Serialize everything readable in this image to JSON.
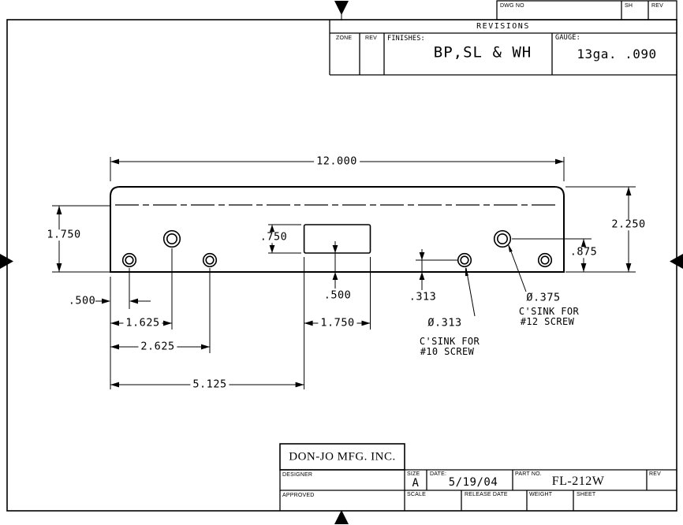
{
  "corner_block": {
    "dwg_no_label": "DWG NO",
    "sh_label": "SH",
    "rev_label": "REV"
  },
  "revisions": {
    "title": "REVISIONS",
    "zone_label": "ZONE",
    "rev_label": "REV",
    "finishes_label": "FINISHES:",
    "finishes_value": "BP,SL & WH",
    "gauge_label": "GAUGE:",
    "gauge_value": "13ga. .090"
  },
  "title_block": {
    "company": "DON-JO MFG. INC.",
    "designer_label": "DESIGNER",
    "approved_label": "APPROVED",
    "size_label": "SIZE",
    "size_value": "A",
    "date_label": "DATE:",
    "date_value": "5/19/04",
    "part_label": "PART NO.",
    "part_value": "FL-212W",
    "rev_label": "REV",
    "scale_label": "SCALE",
    "release_label": "RELEASE DATE",
    "weight_label": "WEIGHT",
    "sheet_label": "SHEET"
  },
  "dims": {
    "overall_width": "12.000",
    "front_height": "1.750",
    "overall_height": "2.250",
    "upper_hole_height": ".875",
    "slot_height": ".750",
    "slot_bottom": ".500",
    "hole_bottom": ".313",
    "hole1_x": ".500",
    "hole2_x": "1.625",
    "hole3_x": "2.625",
    "slot_x": "5.125",
    "slot_width": "1.750",
    "csink_small_dia": "Ø.313",
    "csink_small_note1": "C'SINK FOR",
    "csink_small_note2": "#10 SCREW",
    "csink_large_dia": "Ø.375",
    "csink_large_note1": "C'SINK FOR",
    "csink_large_note2": "#12 SCREW"
  }
}
